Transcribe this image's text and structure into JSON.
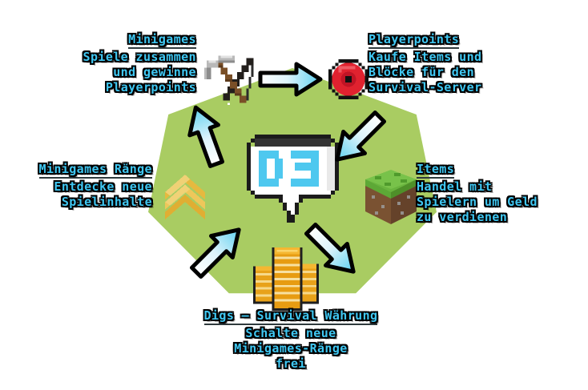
{
  "colors": {
    "green_polygon": "#a9cc62",
    "text_cyan": "#3fc7f2",
    "text_outline": "#000000",
    "arrow_tip": "#5ed0ef",
    "arrow_tail": "#ffffff",
    "gem_red": "#e52034",
    "coin_gold": "#e8a317",
    "chevron_gold": "#e8c04a",
    "grass_green": "#5fa83a",
    "dirt_brown": "#7b5433"
  },
  "logo": {
    "name": "d3-speech-bubble-logo",
    "text": "D3"
  },
  "sections": [
    {
      "id": "minigames",
      "align": "right",
      "heading": "Minigames",
      "lines": [
        "Spiele zusammen",
        "und gewinne",
        "Playerpoints"
      ],
      "icon": "crossed-pickaxe-bow-icon"
    },
    {
      "id": "playerpoints",
      "align": "left",
      "heading": "Playerpoints",
      "lines": [
        "Kaufe Items und",
        "Blöcke für den",
        "Survival-Server"
      ],
      "icon": "red-gem-icon"
    },
    {
      "id": "items",
      "align": "left",
      "heading": "Items",
      "lines": [
        "Handel mit",
        "Spielern um Geld",
        "zu verdienen"
      ],
      "icon": "grass-block-icon"
    },
    {
      "id": "digs",
      "align": "center",
      "heading": "Digs – Survival Währung",
      "lines": [
        "Schalte neue",
        "Minigames-Ränge",
        "frei"
      ],
      "icon": "coin-stacks-icon"
    },
    {
      "id": "minigames-raenge",
      "align": "right",
      "heading": "Minigames Ränge",
      "lines": [
        "Entdecke neue",
        "Spielinhalte"
      ],
      "icon": "rank-chevrons-icon"
    }
  ],
  "arrows": [
    {
      "id": "arrow-minigames-to-playerpoints",
      "direction": "right"
    },
    {
      "id": "arrow-playerpoints-to-items",
      "direction": "down-right"
    },
    {
      "id": "arrow-items-to-digs",
      "direction": "down-left"
    },
    {
      "id": "arrow-digs-to-ranks",
      "direction": "up-left"
    },
    {
      "id": "arrow-ranks-to-minigames",
      "direction": "up-right"
    }
  ]
}
